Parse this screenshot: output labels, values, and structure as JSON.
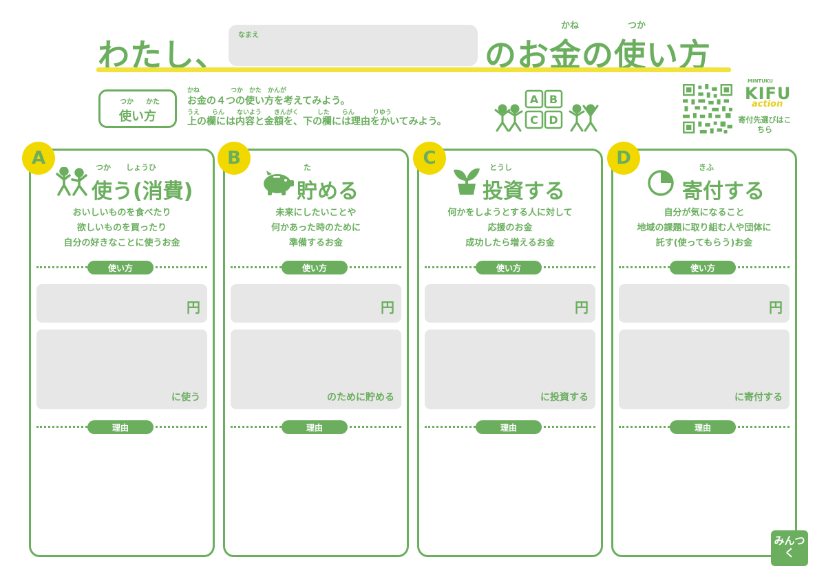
{
  "header": {
    "title_pre": "わたし、",
    "name_label": "なまえ",
    "title_post": "のお金の使い方",
    "ruby_kane": "かね",
    "ruby_tsuka": "つか"
  },
  "howto": {
    "label": "使い方",
    "ruby_tsuka": "つか",
    "ruby_kata": "かた",
    "line1": "お金の４つの使い方を考えてみよう。",
    "line2": "上の欄には内容と金額を、下の欄には理由をかいてみよう。",
    "ruby_line1": "かね　　　　　つか　かた　かんが",
    "ruby_line2": "うえ　　らん　　ないよう　　きんがく　　　した　　らん　　　りゆう"
  },
  "abcd_icon": [
    "A",
    "B",
    "C",
    "D"
  ],
  "kifu": {
    "brand_top": "MINTUKU",
    "brand_main": "KIFU",
    "brand_sub": "action",
    "link_text": "寄付先選びはこちら"
  },
  "cards": [
    {
      "badge": "A",
      "title": "使う(消費)",
      "ruby": "つか　　しょうひ",
      "icon": "people-icon",
      "desc": [
        "おいしいものを食べたり",
        "欲しいものを買ったり",
        "自分の好きなことに使うお金"
      ],
      "usage_label": "使い方",
      "yen": "円",
      "suffix": "に使う",
      "reason_label": "理由"
    },
    {
      "badge": "B",
      "title": "貯める",
      "ruby": "た",
      "icon": "piggy-bank-icon",
      "desc": [
        "未来にしたいことや",
        "何かあった時のために",
        "準備するお金"
      ],
      "usage_label": "使い方",
      "yen": "円",
      "suffix": "のために貯める",
      "reason_label": "理由"
    },
    {
      "badge": "C",
      "title": "投資する",
      "ruby": "とうし",
      "icon": "sprout-icon",
      "desc": [
        "何かをしようとする人に対して",
        "応援のお金",
        "成功したら増えるお金"
      ],
      "usage_label": "使い方",
      "yen": "円",
      "suffix": "に投資する",
      "reason_label": "理由"
    },
    {
      "badge": "D",
      "title": "寄付する",
      "ruby": "きふ",
      "icon": "pie-chart-icon",
      "desc": [
        "自分が気になること",
        "地域の課題に取り組む人や団体に",
        "託す(使ってもらう)お金"
      ],
      "usage_label": "使い方",
      "yen": "円",
      "suffix": "に寄付する",
      "reason_label": "理由"
    }
  ],
  "logo_text": "みんつく",
  "colors": {
    "accent": "#6aae5e",
    "badge": "#f1d900",
    "underline": "#f1e23c",
    "field": "#e7e7e7"
  }
}
